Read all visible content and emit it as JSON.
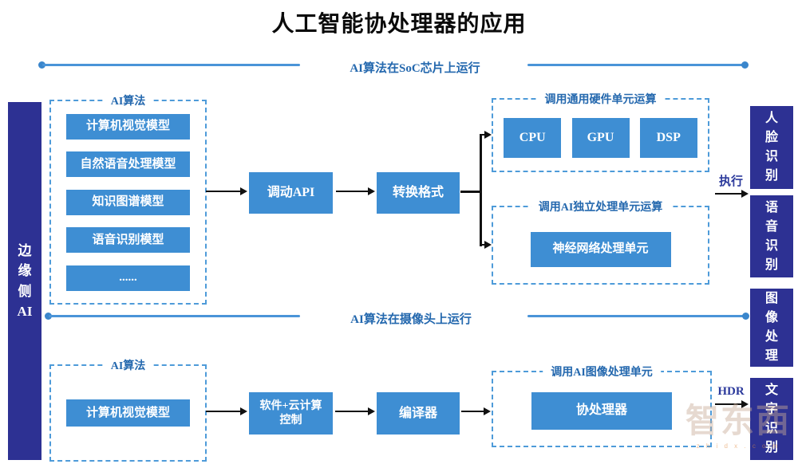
{
  "title": "人工智能协处理器的应用",
  "sidebar": {
    "label": "边缘侧AI"
  },
  "dividers": {
    "top": "AI算法在SoC芯片上运行",
    "bottom": "AI算法在摄像头上运行"
  },
  "section_top": {
    "algo_group": {
      "label": "AI算法",
      "models": [
        "计算机视觉模型",
        "自然语音处理模型",
        "知识图谱模型",
        "语音识别模型",
        "......"
      ]
    },
    "api_box": "调动API",
    "convert_box": "转换格式",
    "hw_group": {
      "label": "调用通用硬件单元运算",
      "units": [
        "CPU",
        "GPU",
        "DSP"
      ]
    },
    "npu_group": {
      "label": "调用AI独立处理单元运算",
      "unit": "神经网络处理单元"
    },
    "exec_label": "执行"
  },
  "section_bottom": {
    "algo_group": {
      "label": "AI算法",
      "models": [
        "计算机视觉模型"
      ]
    },
    "software_box": "软件+云计算控制",
    "compiler_box": "编译器",
    "img_group": {
      "label": "调用AI图像处理单元",
      "unit": "协处理器"
    },
    "hdr_label": "HDR"
  },
  "outputs": [
    "人脸识别",
    "语音识别",
    "图像处理",
    "文字识别"
  ],
  "watermark": {
    "logo": "智东西",
    "domain": "z h i d x . c o m"
  },
  "colors": {
    "box_blue": "#3e8ed3",
    "navy_bar": "#2d3193",
    "dashed_border": "#4e9bd9",
    "label_blue": "#2468ae",
    "divider_line": "#4a94d8",
    "arrow": "#111111"
  }
}
